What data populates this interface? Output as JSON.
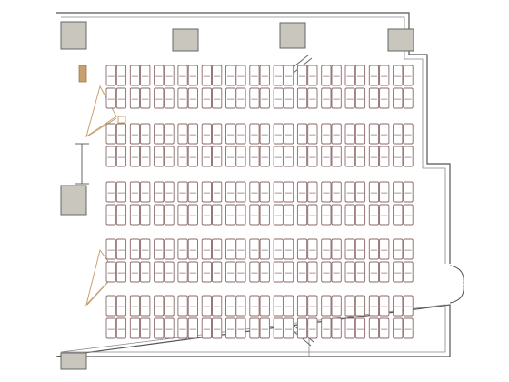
{
  "plan": {
    "layout": "classroom",
    "seating": {
      "blocks": 5,
      "desks_per_block": 13,
      "seats_per_desk": 2
    },
    "pillars": 6,
    "projection_screens": 2,
    "doors": 1,
    "colors": {
      "wall": "#555555",
      "pillar": "#c9c6bd",
      "seat": "#8a6a6a",
      "av_equipment": "#c8a070",
      "background": "#ffffff"
    }
  }
}
